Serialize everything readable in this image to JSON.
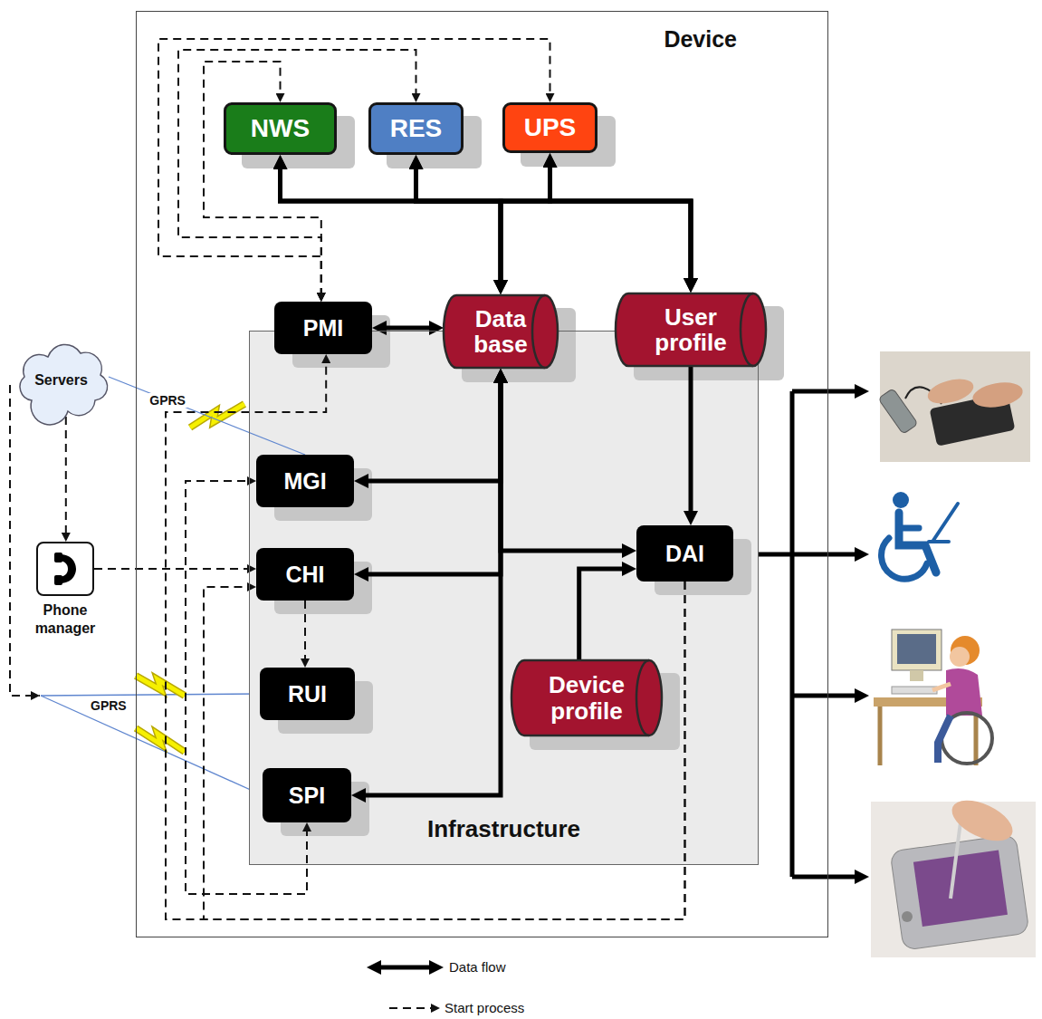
{
  "diagram": {
    "nodes": [
      {
        "text": [
          "Device"
        ]
      },
      {
        "text": [
          "NWS"
        ],
        "in": 0
      },
      {
        "text": [
          "RES"
        ],
        "in": 0
      },
      {
        "text": [
          "UPS"
        ],
        "in": 0
      },
      {
        "text": [
          "PMI"
        ],
        "in": 0
      },
      {
        "text": [
          "Data base"
        ],
        "in": 0
      },
      {
        "text": [
          "User profile"
        ],
        "in": 0
      },
      {
        "text": [
          "Infrastructure"
        ],
        "in": 0
      },
      {
        "text": [
          "MGI"
        ],
        "in": 7
      },
      {
        "text": [
          "CHI"
        ],
        "in": 7
      },
      {
        "text": [
          "RUI"
        ],
        "in": 7
      },
      {
        "text": [
          "SPI"
        ],
        "in": 7
      },
      {
        "text": [
          "DAI"
        ],
        "in": 7
      },
      {
        "text": [
          "Device profile"
        ],
        "in": 7
      },
      {
        "text": [
          "Servers"
        ]
      },
      {
        "text": [
          "Phone manager"
        ]
      }
    ],
    "edges": [
      {
        "from": 5,
        "to": 1,
        "arrow": "both"
      },
      {
        "from": 5,
        "to": 2,
        "arrow": "both"
      },
      {
        "from": 5,
        "to": 3,
        "arrow": "both"
      },
      {
        "from": 6,
        "to": 1,
        "arrow": "both"
      },
      {
        "from": 6,
        "to": 2,
        "arrow": "both"
      },
      {
        "from": 6,
        "to": 3,
        "arrow": "both"
      },
      {
        "from": 4,
        "to": 5,
        "arrow": "both"
      },
      {
        "from": 5,
        "to": 8,
        "arrow": "both"
      },
      {
        "from": 5,
        "to": 9,
        "arrow": "both"
      },
      {
        "from": 5,
        "to": 11,
        "arrow": "both"
      },
      {
        "from": 5,
        "to": 12,
        "arrow": "both"
      },
      {
        "from": 6,
        "to": 12,
        "arrow": "to"
      },
      {
        "from": 13,
        "to": 12,
        "arrow": "to"
      },
      {
        "from": 4,
        "to": 1,
        "arrow": "both"
      },
      {
        "from": 4,
        "to": 2,
        "arrow": "both"
      },
      {
        "from": 4,
        "to": 3,
        "arrow": "both"
      },
      {
        "from": 12,
        "to": 4,
        "arrow": "to"
      },
      {
        "from": 11,
        "to": 8,
        "arrow": "both"
      },
      {
        "from": 12,
        "to": 9,
        "arrow": "to"
      },
      {
        "from": 14,
        "to": 15,
        "arrow": "to"
      },
      {
        "from": 15,
        "to": 9,
        "arrow": "to"
      },
      {
        "from": 9,
        "to": 10,
        "arrow": "to"
      },
      {
        "from": 14,
        "to": 8,
        "arrow": "none",
        "label": "GPRS"
      }
    ],
    "labels": [
      "GPRS"
    ],
    "legend": [
      {
        "text": "Data flow"
      },
      {
        "text": "Start process"
      }
    ]
  }
}
